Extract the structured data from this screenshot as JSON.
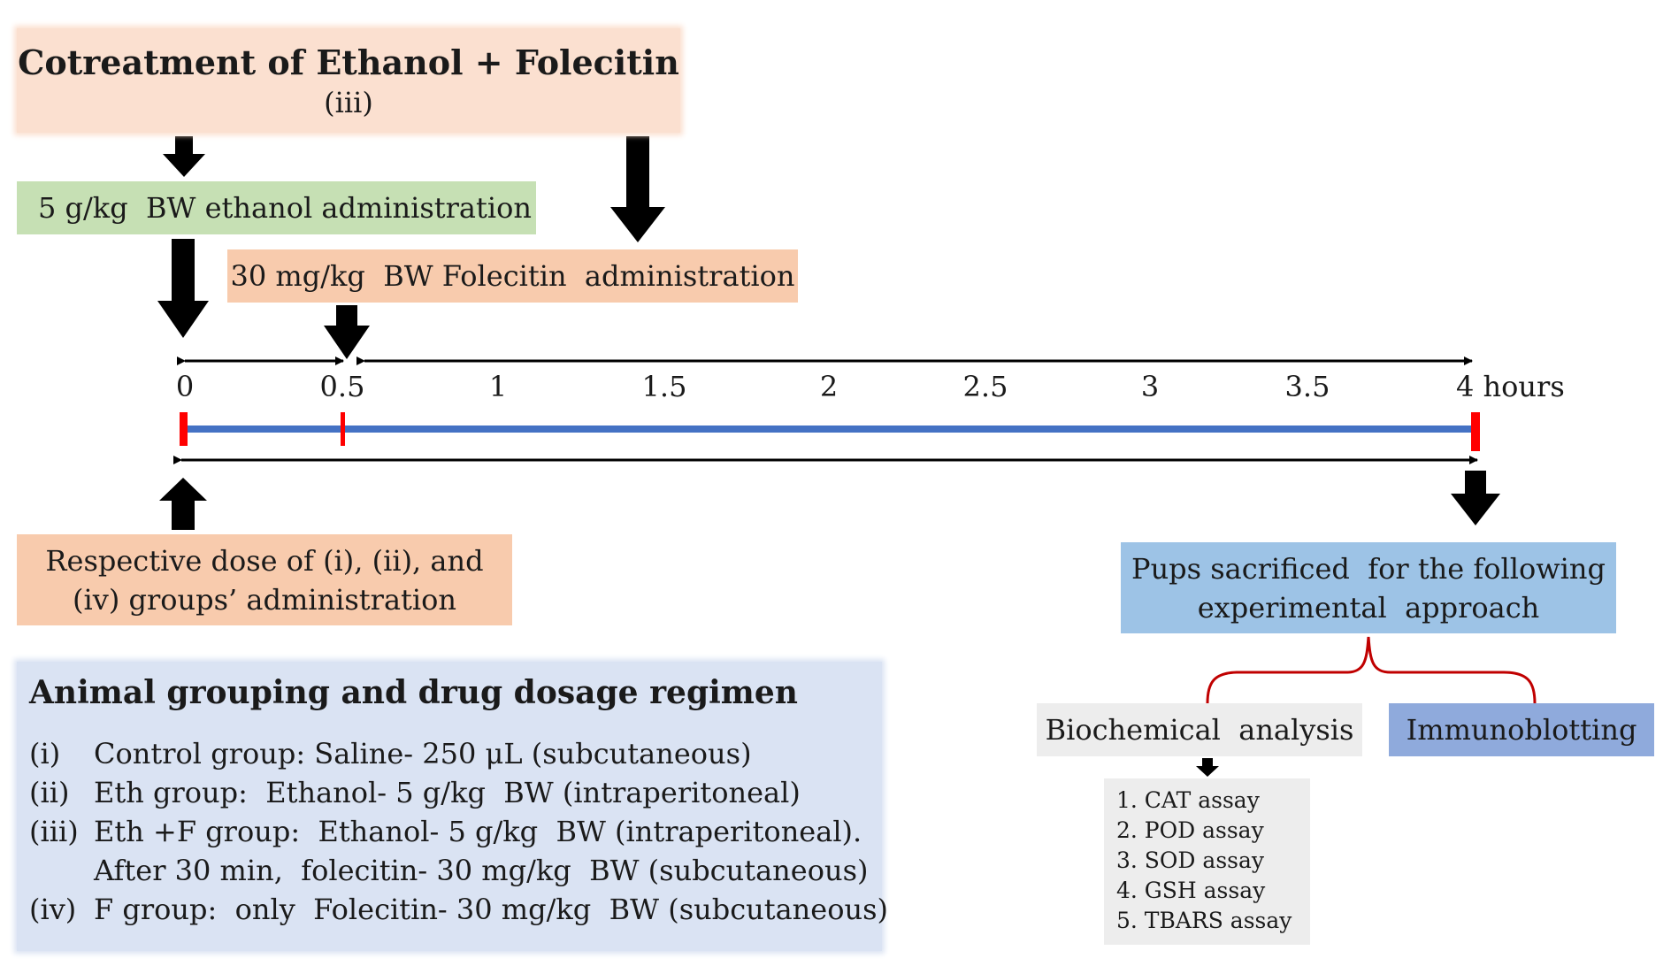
{
  "cotreatment": {
    "title": "Cotreatment of Ethanol + Folecitin",
    "subtitle": "(iii)"
  },
  "ethanol_admin": "5 g/kg  BW ethanol administration",
  "folecitin_admin": "30 mg/kg  BW Folecitin  administration",
  "timeline": {
    "ticks": [
      "0",
      "0.5",
      "1",
      "1.5",
      "2",
      "2.5",
      "3",
      "3.5",
      "4 hours"
    ],
    "colors": {
      "line": "#4472c4",
      "marker": "#ff0000"
    }
  },
  "respective_dose": {
    "line1": "Respective dose of (i), (ii), and",
    "line2": "(iv) groups’ administration"
  },
  "pups": {
    "line1": "Pups sacrificed  for the following",
    "line2": "experimental  approach"
  },
  "biochemical": "Biochemical  analysis",
  "immunoblotting": "Immunoblotting",
  "assays": [
    "1. CAT assay",
    "2. POD assay",
    "3. SOD assay",
    "4. GSH assay",
    "5. TBARS assay"
  ],
  "grouping": {
    "title": "Animal grouping and drug dosage regimen",
    "groups": [
      {
        "num": "(i)",
        "lines": [
          "Control group: Saline- 250 μL (subcutaneous)"
        ]
      },
      {
        "num": "(ii)",
        "lines": [
          "Eth group:  Ethanol- 5 g/kg  BW (intraperitoneal)"
        ]
      },
      {
        "num": "(iii)",
        "lines": [
          "Eth +F group:  Ethanol- 5 g/kg  BW (intraperitoneal).",
          "After 30 min,  folecitin- 30 mg/kg  BW (subcutaneous)"
        ]
      },
      {
        "num": "(iv)",
        "lines": [
          "F group:  only  Folecitin- 30 mg/kg  BW (subcutaneous)"
        ]
      }
    ]
  }
}
